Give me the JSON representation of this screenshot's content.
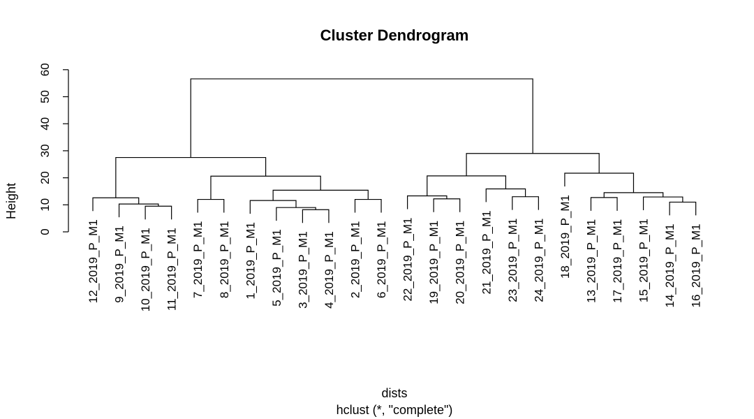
{
  "chart_data": {
    "type": "dendrogram",
    "title": "Cluster Dendrogram",
    "xlabel": "dists",
    "sublabel": "hclust (*, \"complete\")",
    "ylabel": "Height",
    "ylim": [
      0,
      60
    ],
    "yticks": [
      0,
      10,
      20,
      30,
      40,
      50,
      60
    ],
    "leaves": [
      "12_2019_P_M1",
      "9_2019_P_M1",
      "10_2019_P_M1",
      "11_2019_P_M1",
      "7_2019_P_M1",
      "8_2019_P_M1",
      "1_2019_P_M1",
      "5_2019_P_M1",
      "3_2019_P_M1",
      "4_2019_P_M1",
      "2_2019_P_M1",
      "6_2019_P_M1",
      "22_2019_P_M1",
      "19_2019_P_M1",
      "20_2019_P_M1",
      "21_2019_P_M1",
      "23_2019_P_M1",
      "24_2019_P_M1",
      "18_2019_P_M1",
      "13_2019_P_M1",
      "17_2019_P_M1",
      "15_2019_P_M1",
      "14_2019_P_M1",
      "16_2019_P_M1"
    ],
    "merges": [
      {
        "left": 3,
        "right": 4,
        "height": 9.5
      },
      {
        "left": 2,
        "right": "m1",
        "height": 10.3
      },
      {
        "left": 1,
        "right": "m2",
        "height": 12.6
      },
      {
        "left": 5,
        "right": 6,
        "height": 12.0
      },
      {
        "left": 9,
        "right": 10,
        "height": 8.2
      },
      {
        "left": 8,
        "right": "m5",
        "height": 9.0
      },
      {
        "left": 7,
        "right": "m6",
        "height": 11.6
      },
      {
        "left": 11,
        "right": 12,
        "height": 12.0
      },
      {
        "left": "m7",
        "right": "m8",
        "height": 15.4
      },
      {
        "left": "m4",
        "right": "m9",
        "height": 20.6
      },
      {
        "left": "m3",
        "right": "m10",
        "height": 27.5
      },
      {
        "left": 14,
        "right": 15,
        "height": 12.2
      },
      {
        "left": 13,
        "right": "m12",
        "height": 13.3
      },
      {
        "left": 17,
        "right": 18,
        "height": 13.0
      },
      {
        "left": 16,
        "right": "m14",
        "height": 15.9
      },
      {
        "left": "m13",
        "right": "m15",
        "height": 20.7
      },
      {
        "left": 23,
        "right": 24,
        "height": 11.0
      },
      {
        "left": 22,
        "right": "m17",
        "height": 12.9
      },
      {
        "left": 20,
        "right": 21,
        "height": 12.7
      },
      {
        "left": "m19",
        "right": "m18",
        "height": 14.5
      },
      {
        "left": 19,
        "right": "m20",
        "height": 21.7
      },
      {
        "left": "m16",
        "right": "m21",
        "height": 29.0
      },
      {
        "left": "m11",
        "right": "m22",
        "height": 56.6
      }
    ]
  }
}
